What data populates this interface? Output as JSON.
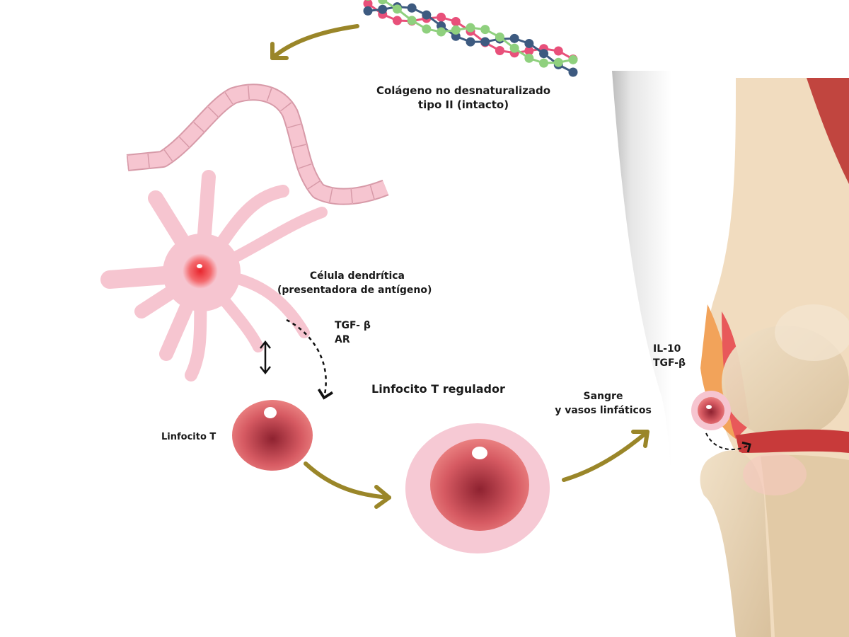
{
  "labels": {
    "collagen_line1": "Colágeno no desnaturalizado",
    "collagen_line2": "tipo II (intacto)",
    "dendritic_line1": "Célula dendrítica",
    "dendritic_line2": "(presentadora de antígeno)",
    "signals_line1": "TGF- β",
    "signals_line2": "AR",
    "t_cell": "Linfocito T",
    "treg": "Linfocito T regulador",
    "blood_line1": "Sangre",
    "blood_line2": "y vasos linfáticos",
    "joint_line1": "IL-10",
    "joint_line2": "TGF-β"
  },
  "colors": {
    "arrow": "#9a8629",
    "cell_pink": "#f6c5d0",
    "lymphocyte": "#d9545e",
    "bone": "#e9d5b6"
  }
}
